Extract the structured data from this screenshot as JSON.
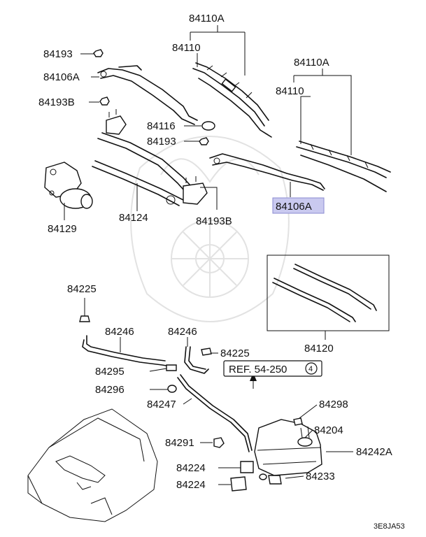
{
  "labels": {
    "l84110A_top": "84110A",
    "l84110_top": "84110",
    "l84193_a": "84193",
    "l84106A_a": "84106A",
    "l84193B_a": "84193B",
    "l84116": "84116",
    "l84193_b": "84193",
    "l84110A_right": "84110A",
    "l84110_right": "84110",
    "l84106A_highlight": "84106A",
    "l84129": "84129",
    "l84124": "84124",
    "l84193B_b": "84193B",
    "l84120": "84120",
    "l84225_a": "84225",
    "l84246_a": "84246",
    "l84246_b": "84246",
    "l84225_b": "84225",
    "l84295": "84295",
    "l84296": "84296",
    "l84247": "84247",
    "l84291": "84291",
    "l84298": "84298",
    "l84204": "84204",
    "l84242A": "84242A",
    "l84224_a": "84224",
    "l84224_b": "84224",
    "l84233": "84233",
    "ref_text": "REF. 54-250",
    "ref_circle": "4",
    "diagram_code": "3E8JA53"
  },
  "colors": {
    "highlight_fill": "#c9c9ef",
    "highlight_border": "#8a8ad0",
    "line": "#111111"
  }
}
